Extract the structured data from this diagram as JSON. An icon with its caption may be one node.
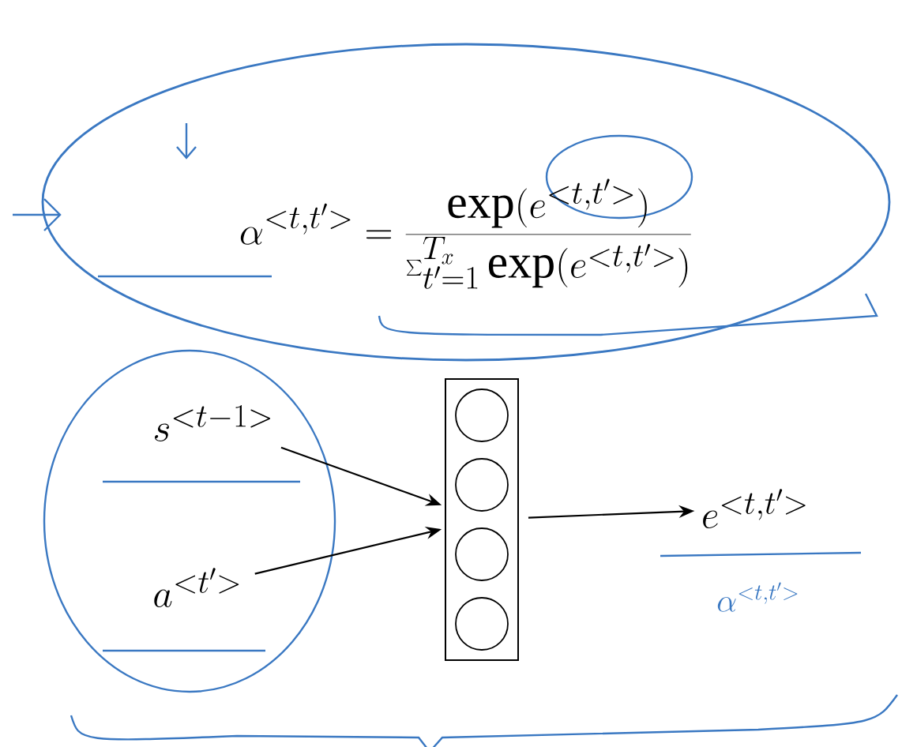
{
  "diagram": {
    "nodes": [
      {
        "text": [
          "s^{<t-1>}"
        ]
      },
      {
        "text": [
          "a^{<t'>}"
        ]
      },
      {
        "text": [],
        "shape": "box"
      },
      {
        "text": [
          "e^{<t,t'>}"
        ]
      }
    ],
    "edges": [
      {
        "from": 0,
        "to": 2,
        "arrow": "to"
      },
      {
        "from": 1,
        "to": 2,
        "arrow": "to"
      },
      {
        "from": 2,
        "to": 3,
        "arrow": "to"
      }
    ],
    "labels": [
      "\\alpha^{<t,t'>} = \\frac{\\exp(e^{<t,t'>})}{\\sum_{t'=1}^{T_x}\\exp(e^{<t,t'>})}",
      "\\alpha^{<t,t'>}"
    ]
  }
}
